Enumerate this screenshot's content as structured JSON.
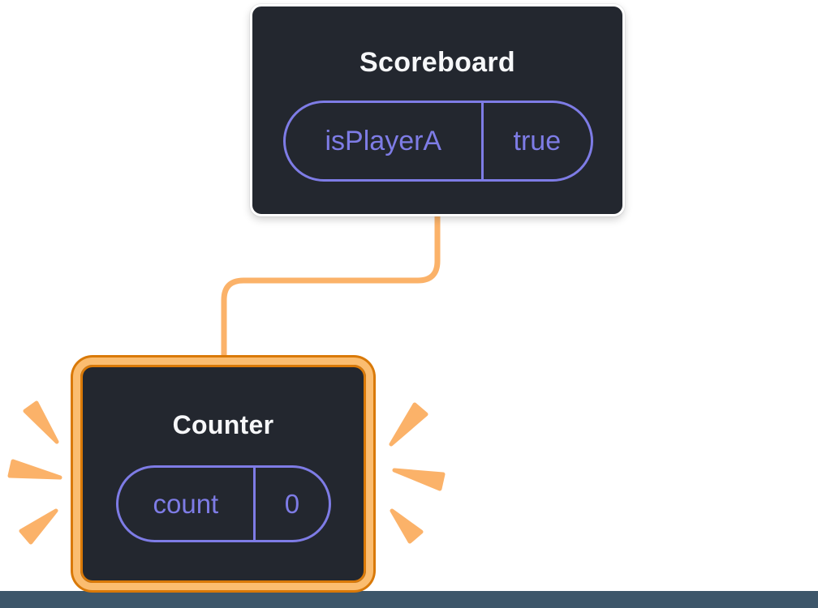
{
  "diagram": {
    "scoreboard": {
      "title": "Scoreboard",
      "state": {
        "key": "isPlayerA",
        "value": "true"
      }
    },
    "counter": {
      "title": "Counter",
      "state": {
        "key": "count",
        "value": "0"
      }
    },
    "colors": {
      "card_background": "#23272F",
      "card_border": "#FFFFFF",
      "title_text": "#F6F7F9",
      "state_purple": "#7E7CE6",
      "connector_orange": "#FBB269",
      "highlight_fill": "#FBBD70",
      "highlight_edge": "#D97908",
      "bottom_strip": "#3D566A"
    }
  }
}
